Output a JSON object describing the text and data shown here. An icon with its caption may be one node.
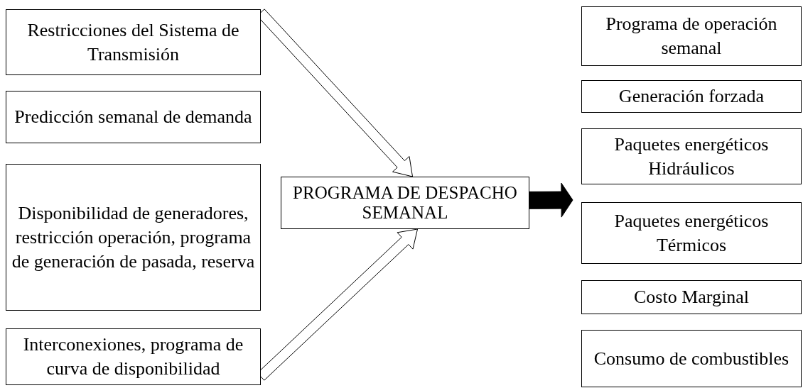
{
  "diagram": {
    "nodes": [
      {
        "text": [
          "Restricciones del Sistema de Transmisión"
        ]
      },
      {
        "text": [
          "Predicción semanal de demanda"
        ]
      },
      {
        "text": [
          "Disponibilidad de generadores, restricción operación, programa de generación de pasada, reserva"
        ]
      },
      {
        "text": [
          "Interconexiones, programa de curva de disponibilidad"
        ]
      },
      {
        "text": [
          "PROGRAMA DE DESPACHO SEMANAL"
        ]
      },
      {
        "text": [
          "Programa de operación semanal"
        ]
      },
      {
        "text": [
          "Generación forzada"
        ]
      },
      {
        "text": [
          "Paquetes energéticos Hidráulicos"
        ]
      },
      {
        "text": [
          "Paquetes energéticos Térmicos"
        ]
      },
      {
        "text": [
          "Costo Marginal"
        ]
      },
      {
        "text": [
          "Consumo de combustibles"
        ]
      }
    ],
    "edges": [
      {
        "from": 0,
        "to": 4,
        "arrow": "to"
      },
      {
        "from": 3,
        "to": 4,
        "arrow": "to"
      },
      {
        "from": 4,
        "to": null,
        "arrow": "to",
        "style": "thick"
      }
    ]
  }
}
